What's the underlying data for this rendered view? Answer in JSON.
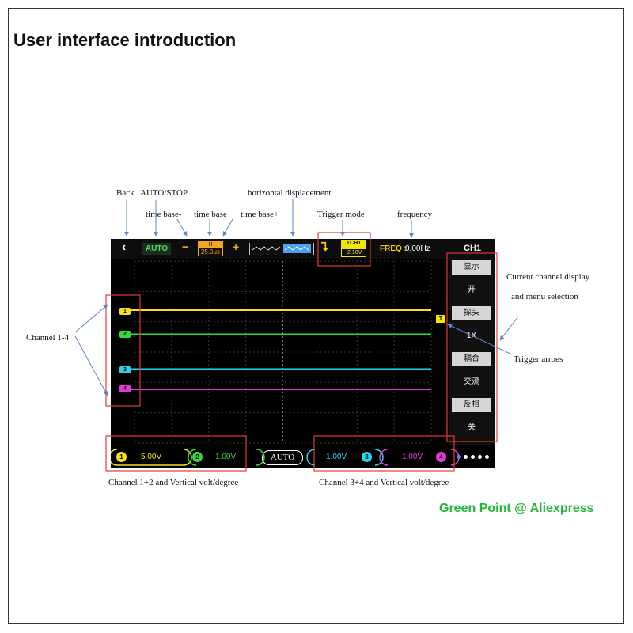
{
  "page": {
    "title": "User interface introduction",
    "watermark": "Green Point @ Aliexpress"
  },
  "annotations": {
    "back": "Back",
    "auto_stop": "AUTO/STOP",
    "horizontal_displacement": "horizontal displacement",
    "time_base_minus": "time base-",
    "time_base": "time base",
    "time_base_plus": "time base+",
    "trigger_mode": "Trigger mode",
    "frequency": "frequency",
    "current_channel_1": "Current channel display",
    "current_channel_2": "and menu selection",
    "channel_1_4": "Channel 1-4",
    "trigger_arrows": "Trigger arroes",
    "channel_12": "Channel 1+2 and  Vertical volt/degree",
    "channel_34": "Channel 3+4 and  Vertical volt/degree"
  },
  "scope": {
    "topbar": {
      "back_icon": "chevron-left-icon",
      "back_glyph": "‹",
      "auto_stop": "AUTO",
      "time_minus": "−",
      "time_base_label": "H",
      "time_base_value": "25.0us",
      "time_plus": "+",
      "trigger_edge_glyph": "⮧",
      "trigger_source": "TCH1",
      "trigger_level": "-2.10V",
      "freq_label": "FREQ :",
      "freq_value": "0.00Hz",
      "channel": "CH1"
    },
    "menu": [
      {
        "label": "显示",
        "value": "开"
      },
      {
        "label": "探头",
        "value": "1X"
      },
      {
        "label": "耦合",
        "value": "交流"
      },
      {
        "label": "反相",
        "value": "关"
      }
    ],
    "channels": [
      {
        "id": "1",
        "color": "#f5e023",
        "volts": "5.00V"
      },
      {
        "id": "2",
        "color": "#32d83c",
        "volts": "1.00V"
      },
      {
        "id": "3",
        "color": "#2ad4e8",
        "volts": "1.00V"
      },
      {
        "id": "4",
        "color": "#e53ad8",
        "volts": "1.00V"
      }
    ],
    "trigger_marker": "T",
    "auto_button": "AUTO",
    "page_dots": 5
  },
  "colors": {
    "accent": "#f6a623",
    "trigger": "#f6e500",
    "annotation_box": "#e53935",
    "arrow": "#5b87c7"
  }
}
